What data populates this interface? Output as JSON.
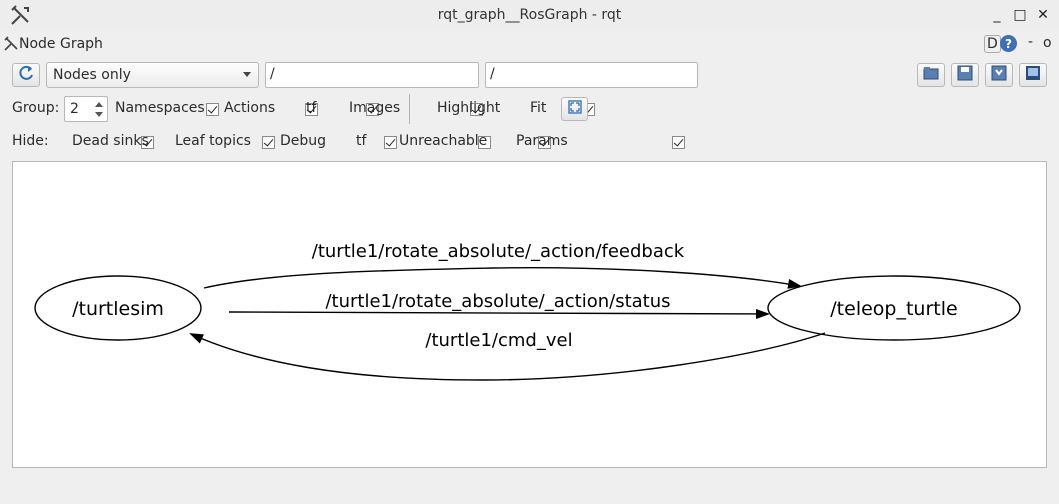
{
  "window": {
    "title": "rqt_graph__RosGraph - rqt",
    "minimize": "_",
    "maximize": "□",
    "close": "✕"
  },
  "dock": {
    "title": "Node Graph",
    "help_badge": "D",
    "help_icon": "?",
    "dash": "-",
    "close_small": "o"
  },
  "toolbar": {
    "mode_combo": "Nodes only",
    "node_filter": "/",
    "topic_filter": "/"
  },
  "group_row": {
    "group_label": "Group:",
    "group_value": "2",
    "namespaces_label": "Namespaces",
    "options": [
      {
        "label": "Actions",
        "checked": true
      },
      {
        "label": "tf",
        "checked": true
      },
      {
        "label": "Images",
        "checked": true
      }
    ],
    "namespaces_checked": true,
    "highlight": {
      "label": "Highlight",
      "checked": true
    },
    "fit": {
      "label": "Fit",
      "checked": true
    }
  },
  "hide_row": {
    "hide_label": "Hide:",
    "options": [
      {
        "label": "Dead sinks",
        "checked": true
      },
      {
        "label": "Leaf topics",
        "checked": true
      },
      {
        "label": "Debug",
        "checked": true
      },
      {
        "label": "tf",
        "checked": false
      },
      {
        "label": "Unreachable",
        "checked": true
      },
      {
        "label": "Params",
        "checked": true
      }
    ]
  },
  "graph": {
    "nodes": [
      {
        "id": "turtlesim",
        "label": "/turtlesim"
      },
      {
        "id": "teleop",
        "label": "/teleop_turtle"
      }
    ],
    "edges": [
      {
        "label": "/turtle1/rotate_absolute/_action/feedback",
        "from": "turtlesim",
        "to": "teleop"
      },
      {
        "label": "/turtle1/rotate_absolute/_action/status",
        "from": "turtlesim",
        "to": "teleop"
      },
      {
        "label": "/turtle1/cmd_vel",
        "from": "teleop",
        "to": "turtlesim"
      }
    ]
  },
  "colors": {
    "canvas_bg": "#ffffff",
    "edge": "#000000",
    "window_bg": "#efefef"
  }
}
